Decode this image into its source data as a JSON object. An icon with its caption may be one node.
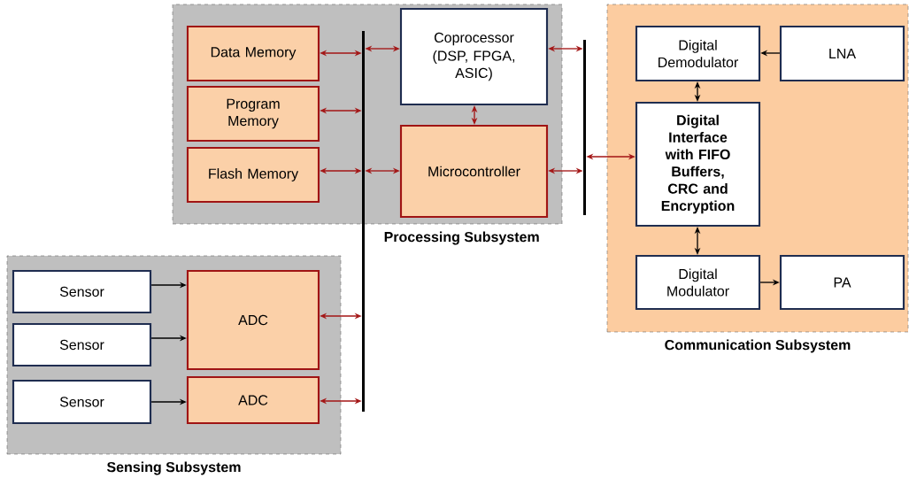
{
  "diagram": {
    "nodes": [
      {
        "text": [
          "Processing Subsystem"
        ]
      },
      {
        "text": [
          "Data Memory"
        ],
        "in": 0
      },
      {
        "text": [
          "Program Memory"
        ],
        "in": 0
      },
      {
        "text": [
          "Flash Memory"
        ],
        "in": 0
      },
      {
        "text": [
          "Coprocessor",
          "(DSP, FPGA, ASIC)"
        ],
        "in": 0
      },
      {
        "text": [
          "Microcontroller"
        ],
        "in": 0
      },
      {
        "text": [],
        "shape": "bar"
      },
      {
        "text": [],
        "shape": "bar"
      },
      {
        "text": [
          "Communication Subsystem"
        ]
      },
      {
        "text": [
          "Digital Demodulator"
        ],
        "in": 8
      },
      {
        "text": [
          "LNA"
        ],
        "in": 8
      },
      {
        "text": [
          "Digital Interface with FIFO Buffers, CRC and Encryption"
        ],
        "in": 8
      },
      {
        "text": [
          "Digital Modulator"
        ],
        "in": 8
      },
      {
        "text": [
          "PA"
        ],
        "in": 8
      },
      {
        "text": [
          "Sensing Subsystem"
        ]
      },
      {
        "text": [
          "Sensor"
        ],
        "in": 14
      },
      {
        "text": [
          "Sensor"
        ],
        "in": 14
      },
      {
        "text": [
          "Sensor"
        ],
        "in": 14
      },
      {
        "text": [
          "ADC"
        ],
        "in": 14
      },
      {
        "text": [
          "ADC"
        ],
        "in": 14
      }
    ],
    "edges": [
      {
        "from": 1,
        "to": 6,
        "arrow": "both"
      },
      {
        "from": 2,
        "to": 6,
        "arrow": "both"
      },
      {
        "from": 3,
        "to": 6,
        "arrow": "both"
      },
      {
        "from": 6,
        "to": 4,
        "arrow": "both"
      },
      {
        "from": 6,
        "to": 5,
        "arrow": "both"
      },
      {
        "from": 4,
        "to": 5,
        "arrow": "both"
      },
      {
        "from": 4,
        "to": 7,
        "arrow": "both"
      },
      {
        "from": 5,
        "to": 7,
        "arrow": "both"
      },
      {
        "from": 7,
        "to": 11,
        "arrow": "both"
      },
      {
        "from": 10,
        "to": 9,
        "arrow": "to",
        "color": "#000000"
      },
      {
        "from": 9,
        "to": 11,
        "arrow": "both",
        "color": "#000000"
      },
      {
        "from": 11,
        "to": 12,
        "arrow": "both",
        "color": "#000000"
      },
      {
        "from": 12,
        "to": 13,
        "arrow": "to",
        "color": "#000000"
      },
      {
        "from": 15,
        "to": 18,
        "arrow": "to",
        "color": "#000000"
      },
      {
        "from": 16,
        "to": 18,
        "arrow": "to",
        "color": "#000000"
      },
      {
        "from": 17,
        "to": 19,
        "arrow": "to",
        "color": "#000000"
      },
      {
        "from": 18,
        "to": 6,
        "arrow": "both"
      },
      {
        "from": 19,
        "to": 6,
        "arrow": "both"
      }
    ]
  }
}
